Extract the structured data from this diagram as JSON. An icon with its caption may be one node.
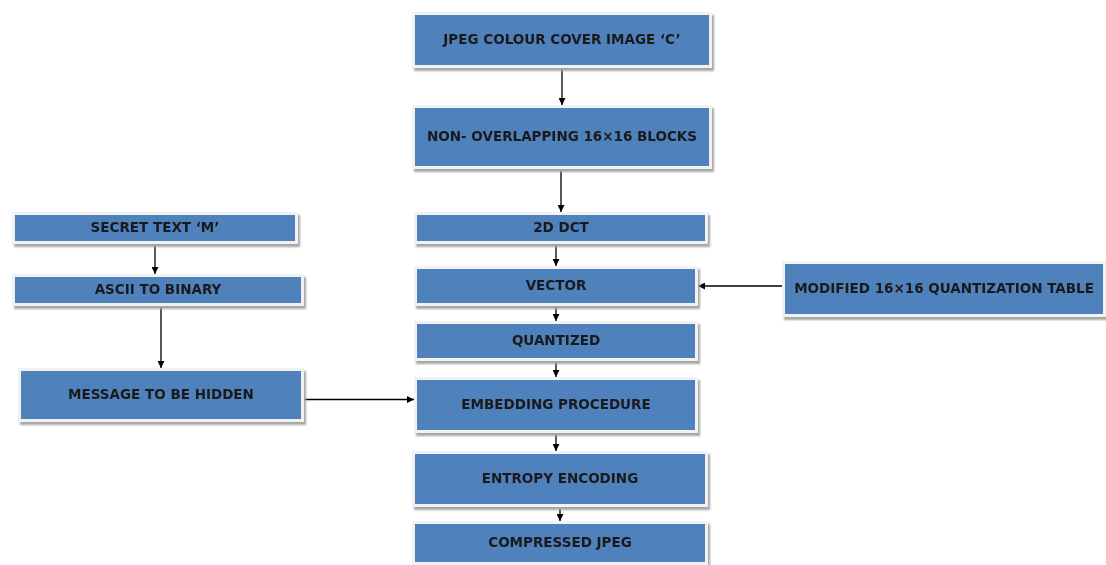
{
  "diagram": {
    "nodes": [
      {
        "text": [
          "JPEG COLOUR COVER IMAGE ‘C’"
        ]
      },
      {
        "text": [
          "NON- OVERLAPPING 16×16 BLOCKS"
        ]
      },
      {
        "text": [
          "SECRET TEXT ‘M’"
        ]
      },
      {
        "text": [
          "2D DCT"
        ]
      },
      {
        "text": [
          "ASCII TO BINARY"
        ]
      },
      {
        "text": [
          "VECTOR"
        ]
      },
      {
        "text": [
          "MODIFIED 16×16 QUANTIZATION TABLE"
        ]
      },
      {
        "text": [
          "QUANTIZED"
        ]
      },
      {
        "text": [
          "MESSAGE TO BE HIDDEN"
        ]
      },
      {
        "text": [
          "EMBEDDING PROCEDURE"
        ]
      },
      {
        "text": [
          "ENTROPY ENCODING"
        ]
      },
      {
        "text": [
          "COMPRESSED JPEG"
        ]
      }
    ],
    "edges": [
      {
        "from": 0,
        "to": 1,
        "arrow": "to"
      },
      {
        "from": 1,
        "to": 3,
        "arrow": "to"
      },
      {
        "from": 3,
        "to": 5,
        "arrow": "to"
      },
      {
        "from": 6,
        "to": 5,
        "arrow": "to"
      },
      {
        "from": 5,
        "to": 7,
        "arrow": "to"
      },
      {
        "from": 7,
        "to": 9,
        "arrow": "to"
      },
      {
        "from": 2,
        "to": 4,
        "arrow": "to"
      },
      {
        "from": 4,
        "to": 8,
        "arrow": "to"
      },
      {
        "from": 8,
        "to": 9,
        "arrow": "to"
      },
      {
        "from": 9,
        "to": 10,
        "arrow": "to"
      },
      {
        "from": 10,
        "to": 11,
        "arrow": "to"
      }
    ]
  }
}
